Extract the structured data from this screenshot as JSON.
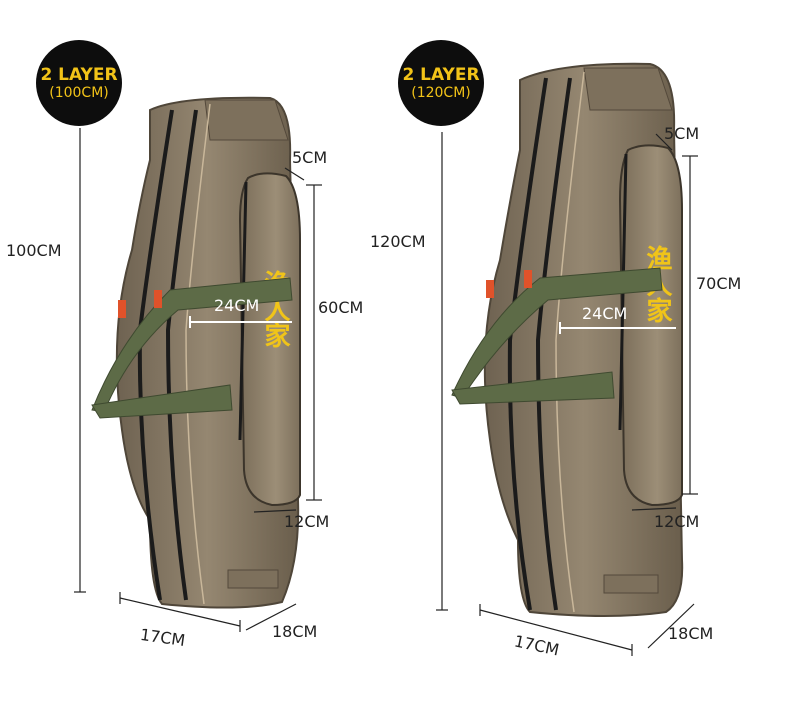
{
  "left": {
    "badge_line1": "2 LAYER",
    "badge_line2": "(100CM)",
    "height_label": "100CM",
    "pocket_depth_label": "5CM",
    "pocket_height_label": "60CM",
    "width_label": "24CM",
    "pocket_bottom_label": "12CM",
    "base_width_label": "17CM",
    "base_depth_label": "18CM",
    "brand_text": "渔人家"
  },
  "right": {
    "badge_line1": "2 LAYER",
    "badge_line2": "(120CM)",
    "height_label": "120CM",
    "pocket_depth_label": "5CM",
    "pocket_height_label": "70CM",
    "width_label": "24CM",
    "pocket_bottom_label": "12CM",
    "base_width_label": "17CM",
    "base_depth_label": "18CM",
    "brand_text": "渔人家"
  },
  "colors": {
    "badge_bg": "#0d0d0d",
    "badge_text": "#f2c318",
    "bag_body": "#8a7c66",
    "strap": "#5d6b47",
    "brand": "#f0c419"
  }
}
